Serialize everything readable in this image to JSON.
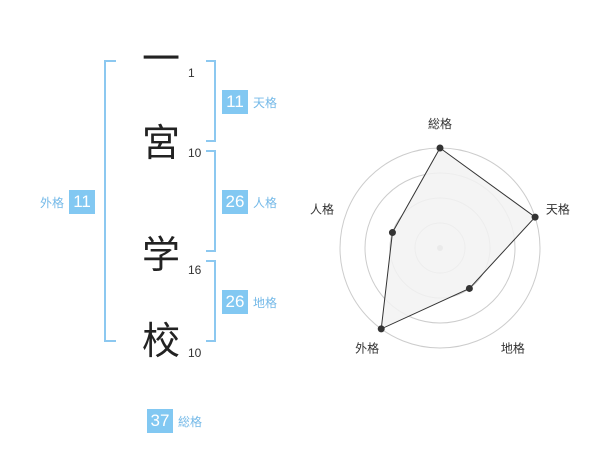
{
  "name": {
    "chars": [
      {
        "char": "一",
        "strokes": "1"
      },
      {
        "char": "宮",
        "strokes": "10"
      },
      {
        "char": "学",
        "strokes": "16"
      },
      {
        "char": "校",
        "strokes": "10"
      }
    ]
  },
  "grids": {
    "tenkaku": {
      "label": "天格",
      "value": "11"
    },
    "jinkaku": {
      "label": "人格",
      "value": "26"
    },
    "chikaku": {
      "label": "地格",
      "value": "26"
    },
    "gaikaku": {
      "label": "外格",
      "value": "11"
    },
    "soukaku": {
      "label": "総格",
      "value": "37"
    }
  },
  "chart_data": {
    "type": "radar",
    "axes": [
      "総格",
      "天格",
      "地格",
      "外格",
      "人格"
    ],
    "levels": 4,
    "values": [
      4,
      4,
      2,
      4,
      2
    ],
    "max": 4,
    "colors": {
      "fill": "#f2f2f2",
      "stroke": "#333333",
      "grid": "#cccccc",
      "center": "#bbbbbb"
    }
  }
}
